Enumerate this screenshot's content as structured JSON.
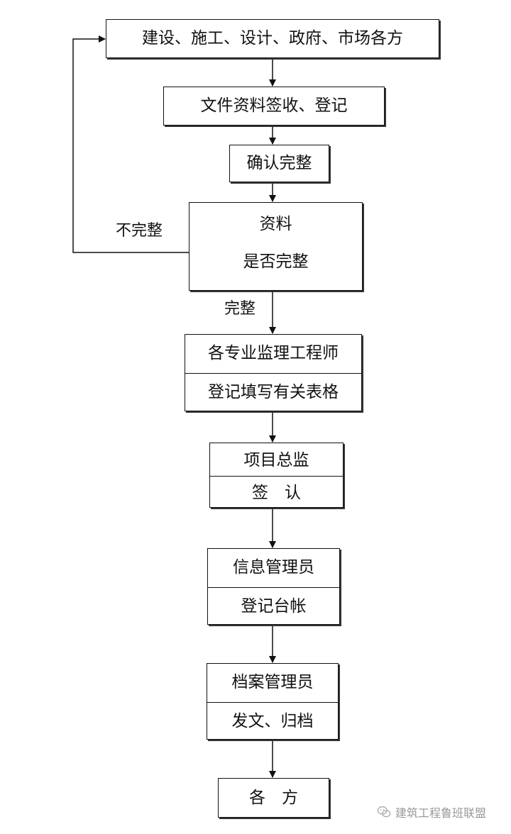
{
  "diagram": {
    "nodes": {
      "parties": {
        "lines": [
          "建设、施工、设计、政府、市场各方"
        ]
      },
      "receive": {
        "lines": [
          "文件资料签收、登记"
        ]
      },
      "confirm": {
        "lines": [
          "确认完整"
        ]
      },
      "check": {
        "lines": [
          "资料",
          "是否完整"
        ]
      },
      "engineer": {
        "lines": [
          "各专业监理工程师",
          "登记填写有关表格"
        ]
      },
      "director": {
        "lines": [
          "项目总监",
          "签　认"
        ]
      },
      "info": {
        "lines": [
          "信息管理员",
          "登记台帐"
        ]
      },
      "archive": {
        "lines": [
          "档案管理员",
          "发文、归档"
        ]
      },
      "all": {
        "lines": [
          "各　方"
        ]
      }
    },
    "edge_labels": {
      "incomplete": "不完整",
      "complete": "完整"
    }
  },
  "watermark": {
    "icon": "wechat-icon",
    "text": "建筑工程鲁班联盟"
  }
}
